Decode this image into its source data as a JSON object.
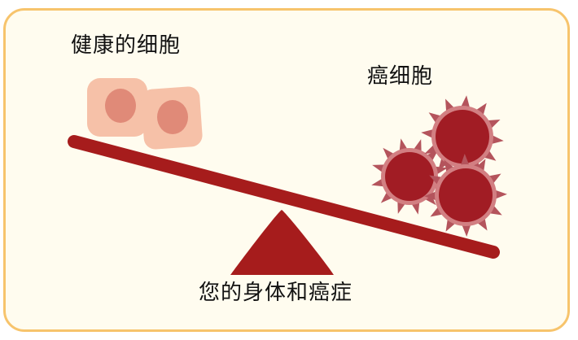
{
  "labels": {
    "healthy_cells": "健康的细胞",
    "cancer_cells": "癌细胞",
    "body_and_cancer": "您的身体和癌症"
  },
  "colors": {
    "frame_border": "#f7c46c",
    "frame_fill": "#fffcef",
    "beam_and_fulcrum": "#a61c1c",
    "healthy_cell": "#f6c1a8",
    "healthy_nucleus": "#e08a78",
    "cancer_cell": "#a11c24",
    "cancer_ring": "#d27f82",
    "cancer_spike": "#b4545c"
  },
  "icons": [
    "healthy-cell-icon",
    "cancer-cell-icon",
    "fulcrum-triangle",
    "balance-beam"
  ]
}
